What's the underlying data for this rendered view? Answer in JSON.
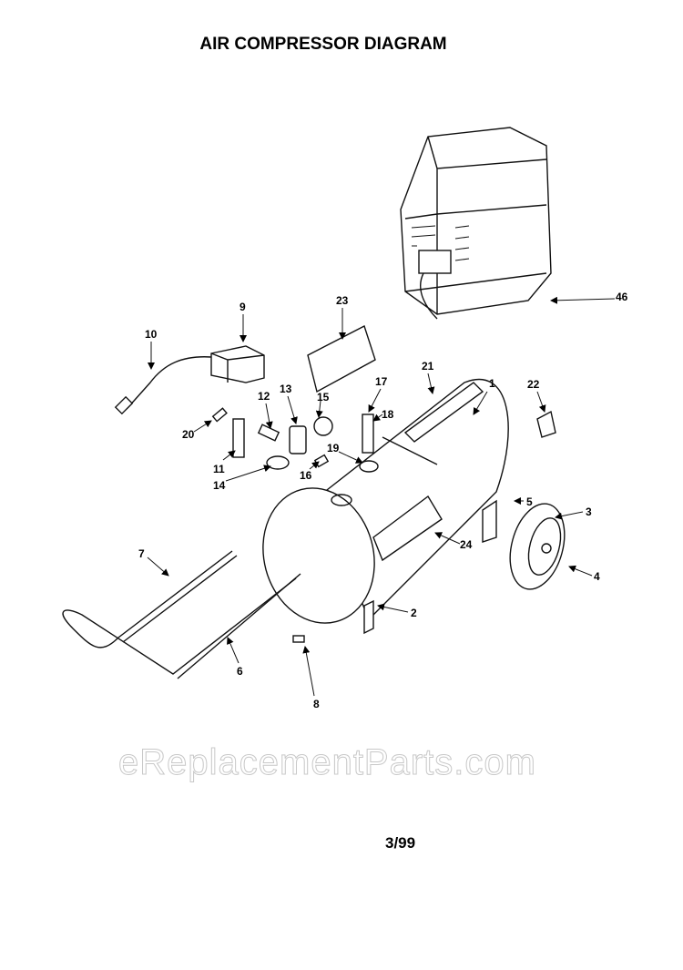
{
  "title": "AIR COMPRESSOR DIAGRAM",
  "footer": "3/99",
  "watermark": "eReplacementParts.com",
  "callouts": [
    "1",
    "2",
    "3",
    "4",
    "5",
    "6",
    "7",
    "8",
    "9",
    "10",
    "11",
    "12",
    "13",
    "14",
    "15",
    "16",
    "17",
    "18",
    "19",
    "20",
    "21",
    "22",
    "23",
    "24",
    "46"
  ]
}
